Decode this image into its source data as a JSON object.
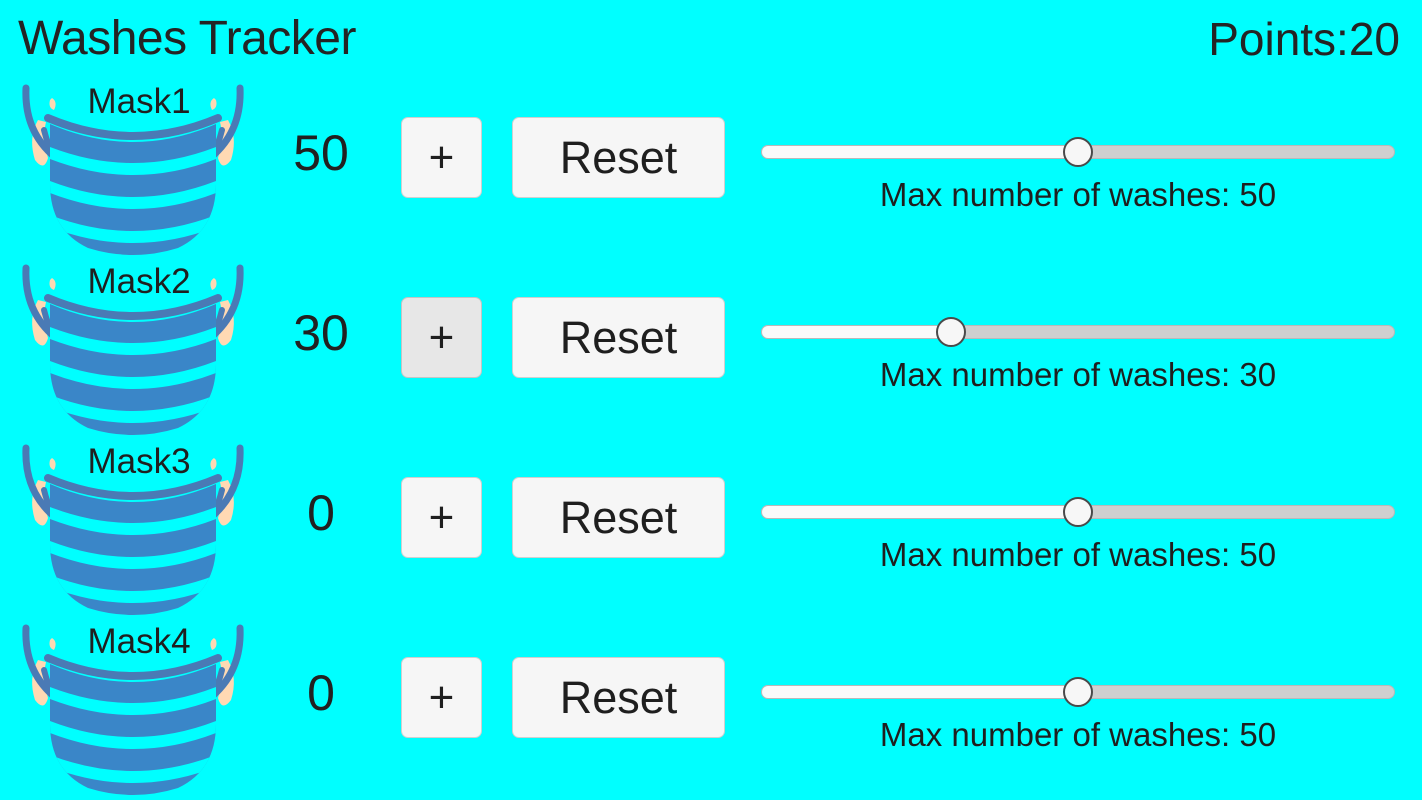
{
  "header": {
    "title": "Washes Tracker",
    "points_label": "Points:20"
  },
  "colors": {
    "background": "#00ffff",
    "text": "#212121",
    "mask_body": "#3a86c8",
    "mask_strap": "#4a7ab5",
    "mask_ear": "#ffd9b3",
    "button_face": "#f6f6f6",
    "button_face_active": "#e7e7e7",
    "slider_track": "#cfcfcf",
    "slider_fill": "#fafafa",
    "slider_thumb": "#f7f7f7"
  },
  "common": {
    "plus_label": "+",
    "reset_label": "Reset",
    "slider_min": 0,
    "slider_max": 100
  },
  "rows": [
    {
      "mask_label": "Mask1",
      "count": "50",
      "plus_label": "+",
      "plus_state": "normal",
      "reset_label": "Reset",
      "slider_value": 50,
      "slider_caption": "Max number of washes: 50"
    },
    {
      "mask_label": "Mask2",
      "count": "30",
      "plus_label": "+",
      "plus_state": "active",
      "reset_label": "Reset",
      "slider_value": 30,
      "slider_caption": "Max number of washes: 30"
    },
    {
      "mask_label": "Mask3",
      "count": "0",
      "plus_label": "+",
      "plus_state": "normal",
      "reset_label": "Reset",
      "slider_value": 50,
      "slider_caption": "Max number of washes: 50"
    },
    {
      "mask_label": "Mask4",
      "count": "0",
      "plus_label": "+",
      "plus_state": "normal",
      "reset_label": "Reset",
      "slider_value": 50,
      "slider_caption": "Max number of washes: 50"
    }
  ],
  "icons": {
    "mask": "face-mask-icon"
  }
}
